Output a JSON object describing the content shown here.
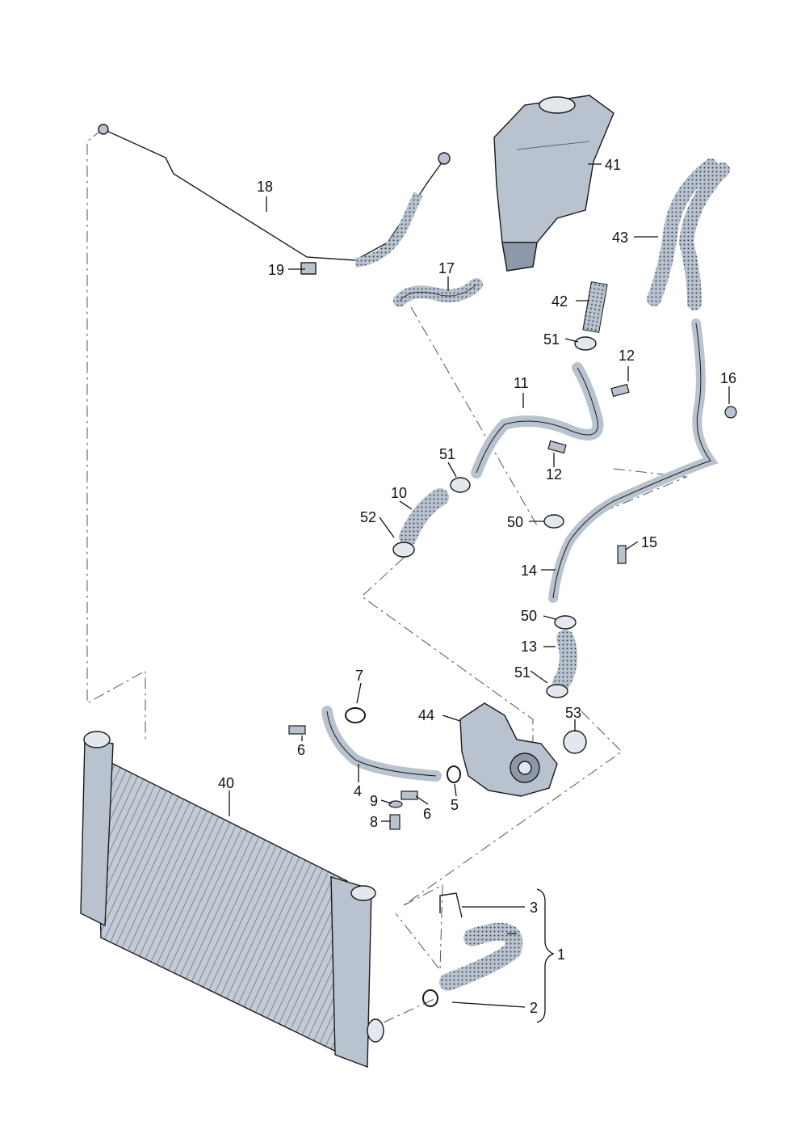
{
  "diagram": {
    "labels": {
      "p1": "1",
      "p2": "2",
      "p3": "3",
      "p4": "4",
      "p5": "5",
      "p6a": "6",
      "p6b": "6",
      "p7": "7",
      "p8": "8",
      "p9": "9",
      "p10": "10",
      "p11": "11",
      "p12a": "12",
      "p12b": "12",
      "p13": "13",
      "p14": "14",
      "p15": "15",
      "p16": "16",
      "p17": "17",
      "p18": "18",
      "p19": "19",
      "p40": "40",
      "p41": "41",
      "p42": "42",
      "p43": "43",
      "p44": "44",
      "p50a": "50",
      "p50b": "50",
      "p51a": "51",
      "p51b": "51",
      "p51c": "51",
      "p52": "52",
      "p53": "53"
    },
    "colors": {
      "part_fill": "#b9c3cf",
      "part_dark": "#8d99a8",
      "outline": "#1a1a1a",
      "background": "#ffffff"
    }
  }
}
